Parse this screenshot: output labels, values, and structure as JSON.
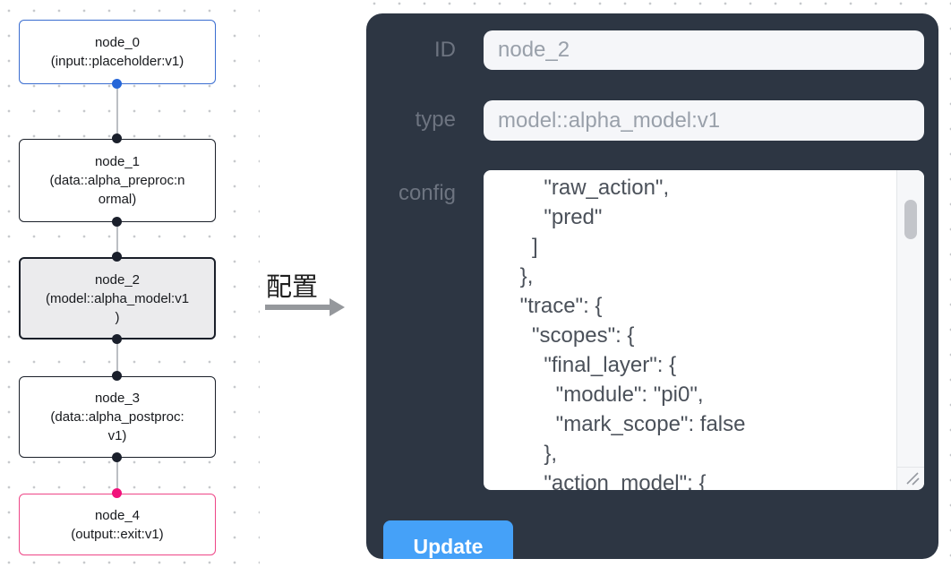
{
  "graph": {
    "nodes": [
      {
        "id": "node_0",
        "lines": [
          "node_0",
          "(input::placeholder:v1)"
        ]
      },
      {
        "id": "node_1",
        "lines": [
          "node_1",
          "(data::alpha_preproc:n",
          "ormal)"
        ]
      },
      {
        "id": "node_2",
        "lines": [
          "node_2",
          "(model::alpha_model:v1",
          ")"
        ],
        "selected": true
      },
      {
        "id": "node_3",
        "lines": [
          "node_3",
          "(data::alpha_postproc:",
          "v1)"
        ]
      },
      {
        "id": "node_4",
        "lines": [
          "node_4",
          "(output::exit:v1)"
        ]
      }
    ]
  },
  "transfer": {
    "label": "配置"
  },
  "panel": {
    "id_label": "ID",
    "id_value": "node_2",
    "type_label": "type",
    "type_value": "model::alpha_model:v1",
    "config_label": "config",
    "config_value": "        \"raw_action\",\n        \"pred\"\n      ]\n    },\n    \"trace\": {\n      \"scopes\": {\n        \"final_layer\": {\n          \"module\": \"pi0\",\n          \"mark_scope\": false\n        },\n        \"action_model\": {",
    "update_label": "Update"
  },
  "colors": {
    "panel_bg": "#2d3643",
    "input_bg": "#f5f6f9",
    "update_button": "#45a1f8",
    "node_input_border": "#3a6dd0",
    "node_output_border": "#ee4687",
    "node_default_border": "#1a1f29",
    "node_selected_bg": "#ebebed",
    "connector_line": "#bcbfc4",
    "port_blue": "#2566d8",
    "port_dark": "#1a1f2b",
    "port_pink": "#f1127b",
    "canvas_dot": "#c7c9cd"
  }
}
